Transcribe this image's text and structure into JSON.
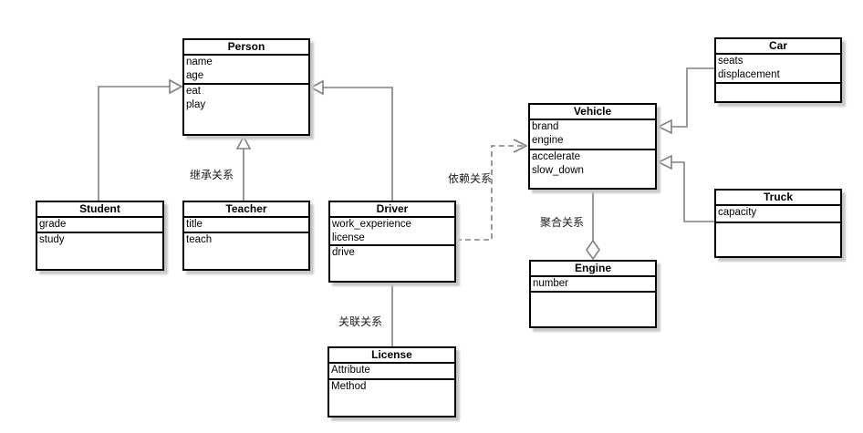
{
  "diagram": {
    "classes": {
      "person": {
        "name": "Person",
        "attributes": [
          "name",
          "age"
        ],
        "methods": [
          "eat",
          "play"
        ]
      },
      "student": {
        "name": "Student",
        "attributes": [
          "grade"
        ],
        "methods": [
          "study"
        ]
      },
      "teacher": {
        "name": "Teacher",
        "attributes": [
          "title"
        ],
        "methods": [
          "teach"
        ]
      },
      "driver": {
        "name": "Driver",
        "attributes": [
          "work_experience",
          "license"
        ],
        "methods": [
          "drive"
        ]
      },
      "license": {
        "name": "License",
        "attributes": [
          "Attribute"
        ],
        "methods": [
          "Method"
        ]
      },
      "vehicle": {
        "name": "Vehicle",
        "attributes": [
          "brand",
          "engine"
        ],
        "methods": [
          "accelerate",
          "slow_down"
        ]
      },
      "engine": {
        "name": "Engine",
        "attributes": [
          "number"
        ],
        "methods": []
      },
      "car": {
        "name": "Car",
        "attributes": [
          "seats",
          "displacement"
        ],
        "methods": []
      },
      "truck": {
        "name": "Truck",
        "attributes": [
          "capacity"
        ],
        "methods": []
      }
    },
    "relation_labels": {
      "inheritance": "继承关系",
      "dependency": "依赖关系",
      "aggregation": "聚合关系",
      "association": "关联关系"
    },
    "colors": {
      "connector_line": "#808080",
      "box_border": "#000000",
      "box_fill": "#ffffff",
      "shadow": "#c8c8c8",
      "background": "#ffffff"
    }
  }
}
